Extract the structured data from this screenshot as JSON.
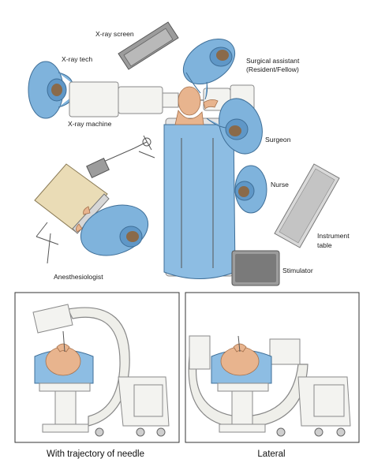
{
  "labels": {
    "xray_screen": "X-ray screen",
    "xray_tech": "X-ray tech",
    "xray_machine": "X-ray machine",
    "surgical_assistant_line1": "Surgical assistant",
    "surgical_assistant_line2": "(Resident/Fellow)",
    "surgeon": "Surgeon",
    "nurse": "Nurse",
    "instrument_table_line1": "Instrument",
    "instrument_table_line2": "table",
    "stimulator": "Stimulator",
    "anesthesiologist": "Anesthesiologist"
  },
  "panels": {
    "left_caption": "With trajectory of needle",
    "right_caption": "Lateral"
  },
  "colors": {
    "gown": "#7fb3dc",
    "drape": "#8dbde3",
    "skin": "#e8b48e",
    "equipment": "#d9d9d9"
  }
}
